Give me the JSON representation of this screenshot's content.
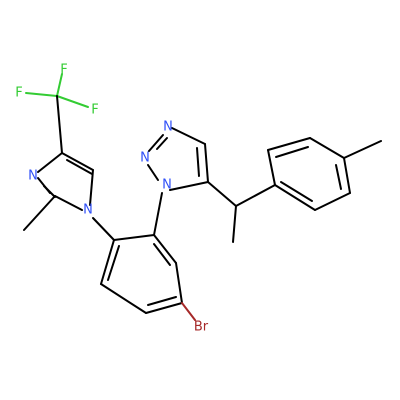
{
  "molecule": {
    "atoms": [
      {
        "id": "F1",
        "text": "F",
        "color": "#33CC33"
      },
      {
        "id": "F2",
        "text": "F",
        "color": "#33CC33"
      },
      {
        "id": "F3",
        "text": "F",
        "color": "#33CC33"
      },
      {
        "id": "N1",
        "text": "N",
        "color": "#3050F8"
      },
      {
        "id": "N2",
        "text": "N",
        "color": "#3050F8"
      },
      {
        "id": "N3",
        "text": "N",
        "color": "#3050F8"
      },
      {
        "id": "N4",
        "text": "N",
        "color": "#3050F8"
      },
      {
        "id": "N5",
        "text": "N",
        "color": "#3050F8"
      },
      {
        "id": "Br1",
        "text": "Br",
        "color": "#A62929"
      }
    ],
    "colors": {
      "carbon": "#000000",
      "nitrogen": "#3050F8",
      "fluorine": "#33CC33",
      "bromine": "#A62929",
      "background": "#ffffff"
    }
  }
}
